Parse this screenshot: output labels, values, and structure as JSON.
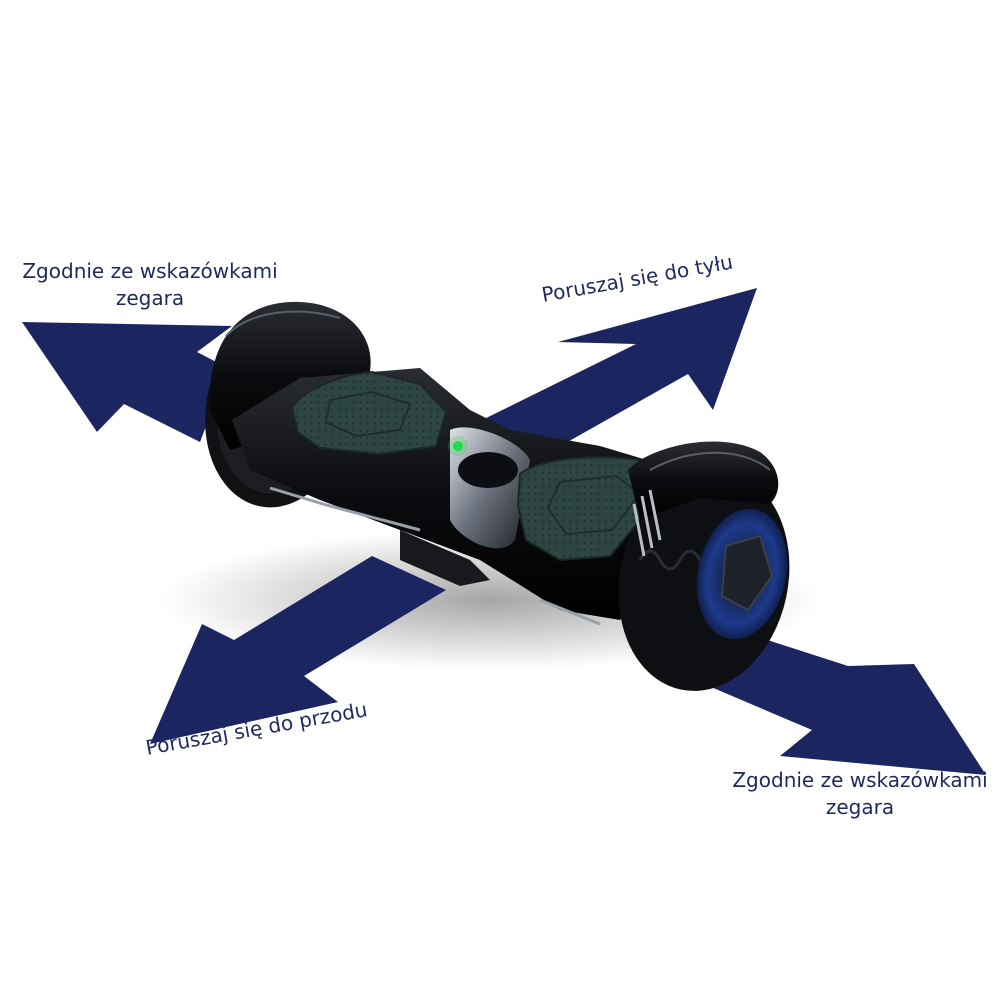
{
  "labels": {
    "top_left": {
      "line1": "Zgodnie ze wskazówkami",
      "line2": "zegara"
    },
    "top_right": {
      "line1": "Poruszaj się do tyłu"
    },
    "bottom_left": {
      "line1": "Poruszaj się do przodu"
    },
    "bottom_right": {
      "line1": "Zgodnie ze wskazówkami",
      "line2": "zegara"
    }
  },
  "colors": {
    "arrow": "#1b2560",
    "label_text": "#1e2a5e",
    "body": "#0c0d10",
    "footpad": "#2e4642",
    "led": "#22dd44",
    "hub_blue": "#1d3a8c"
  },
  "icons": {
    "arrow_up_left": "arrow-up-left-icon",
    "arrow_up_right": "arrow-up-right-icon",
    "arrow_down_left": "arrow-down-left-icon",
    "arrow_down_right": "arrow-down-right-icon"
  }
}
